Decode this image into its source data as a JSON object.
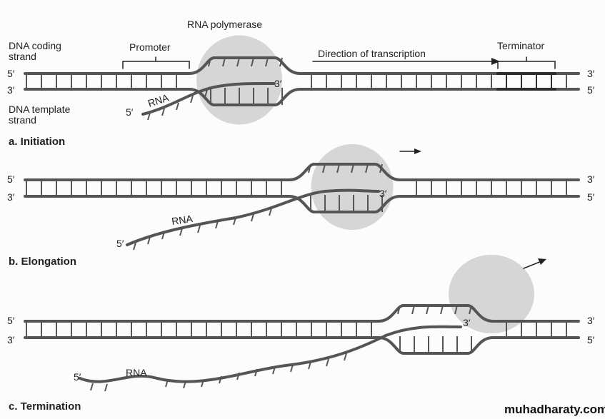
{
  "labels": {
    "rna_polymerase": "RNA polymerase",
    "coding_strand_1": "DNA coding",
    "coding_strand_2": "strand",
    "template_strand_1": "DNA template",
    "template_strand_2": "strand",
    "promoter": "Promoter",
    "direction": "Direction of transcription",
    "terminator": "Terminator",
    "rna": "RNA",
    "five_prime": "5′",
    "three_prime": "3′"
  },
  "panels": [
    {
      "caption": "a. Initiation"
    },
    {
      "caption": "b. Elongation"
    },
    {
      "caption": "c. Termination"
    }
  ],
  "watermark": "muhadharaty.com",
  "colors": {
    "strand": "#555555",
    "terminator": "#2e2e2e",
    "polymerase": "#c9c9c9"
  }
}
